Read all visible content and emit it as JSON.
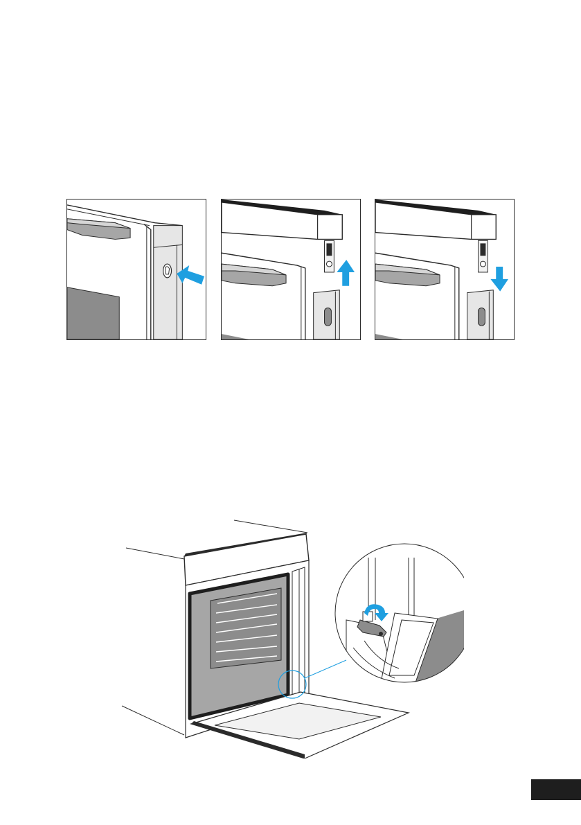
{
  "colors": {
    "arrow": "#1f9fe0",
    "line": "#2b2b2b",
    "panel_dark": "#8c8c8c",
    "shade": "#a6a6a6",
    "tab": "#1e1e1e"
  },
  "steps": [
    {
      "action": "press",
      "icon": "arrow-press-icon"
    },
    {
      "action": "slide-up",
      "icon": "arrow-up-icon"
    },
    {
      "action": "slide-down",
      "icon": "arrow-down-icon"
    }
  ],
  "detail": {
    "icon": "rotate-arrow-icon",
    "action": "rotate-hinge-lever"
  },
  "page_tab": {
    "text": ""
  }
}
